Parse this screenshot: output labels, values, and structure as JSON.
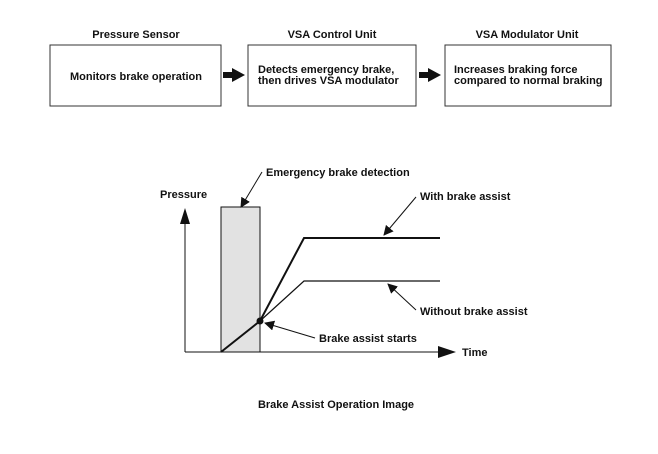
{
  "flow": {
    "boxes": [
      {
        "title": "Pressure Sensor",
        "lines": [
          "Monitors brake operation"
        ]
      },
      {
        "title": "VSA Control Unit",
        "lines": [
          "Detects emergency brake,",
          "then drives VSA modulator"
        ]
      },
      {
        "title": "VSA Modulator Unit",
        "lines": [
          "Increases braking force",
          "compared to normal braking"
        ]
      }
    ]
  },
  "graph": {
    "y_label": "Pressure",
    "x_label": "Time",
    "emergency_label": "Emergency brake detection",
    "with_assist_label": "With brake assist",
    "without_assist_label": "Without brake assist",
    "assist_start_label": "Brake assist starts"
  },
  "caption": "Brake Assist Operation Image",
  "colors": {
    "line": "#111111",
    "band_fill": "#e2e2e2",
    "box_border": "#333333"
  }
}
